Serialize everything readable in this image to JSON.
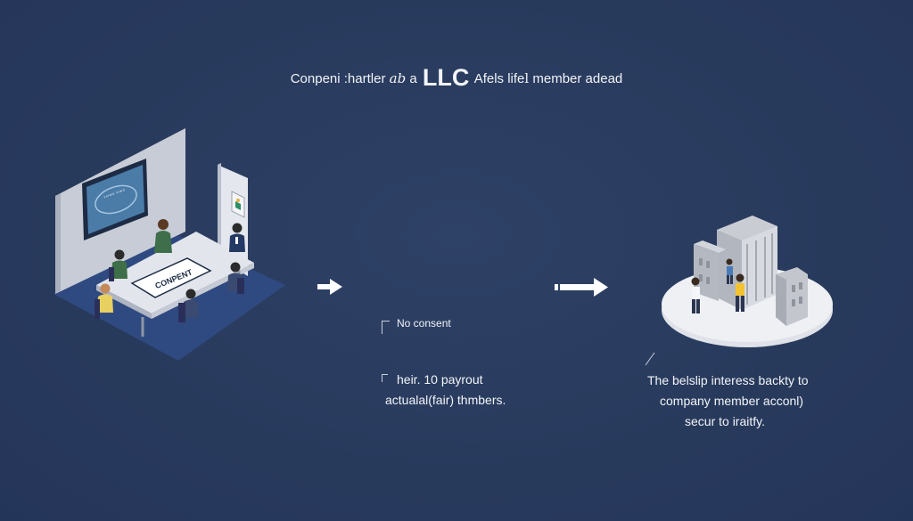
{
  "title": {
    "part1": "Conpeni :hartler",
    "part2": "ab",
    "part3": "a",
    "llc": "LLC",
    "part4": "Afels life",
    "bar": "l",
    "part5": "member adead"
  },
  "left_panel": {
    "screen_text": "ᵛᵉʳᵃʳᵃ ˢᵗᵃᵗᵉ",
    "table_card": "CONPENT"
  },
  "middle": {
    "line1": "No consent",
    "line2": "heir. 10 payrout",
    "line3": "actualal(fair) thmbers."
  },
  "right": {
    "line1": "The belslip interess backty to",
    "line2": "company member acconl)",
    "line3": "secur to iraitfy."
  },
  "colors": {
    "background": "#2a3c5e",
    "text": "#f2f4f8",
    "arrow": "#ffffff",
    "accent_yellow": "#f2c230"
  },
  "icons": [
    "arrow-right-icon",
    "arrow-right-long-icon"
  ]
}
